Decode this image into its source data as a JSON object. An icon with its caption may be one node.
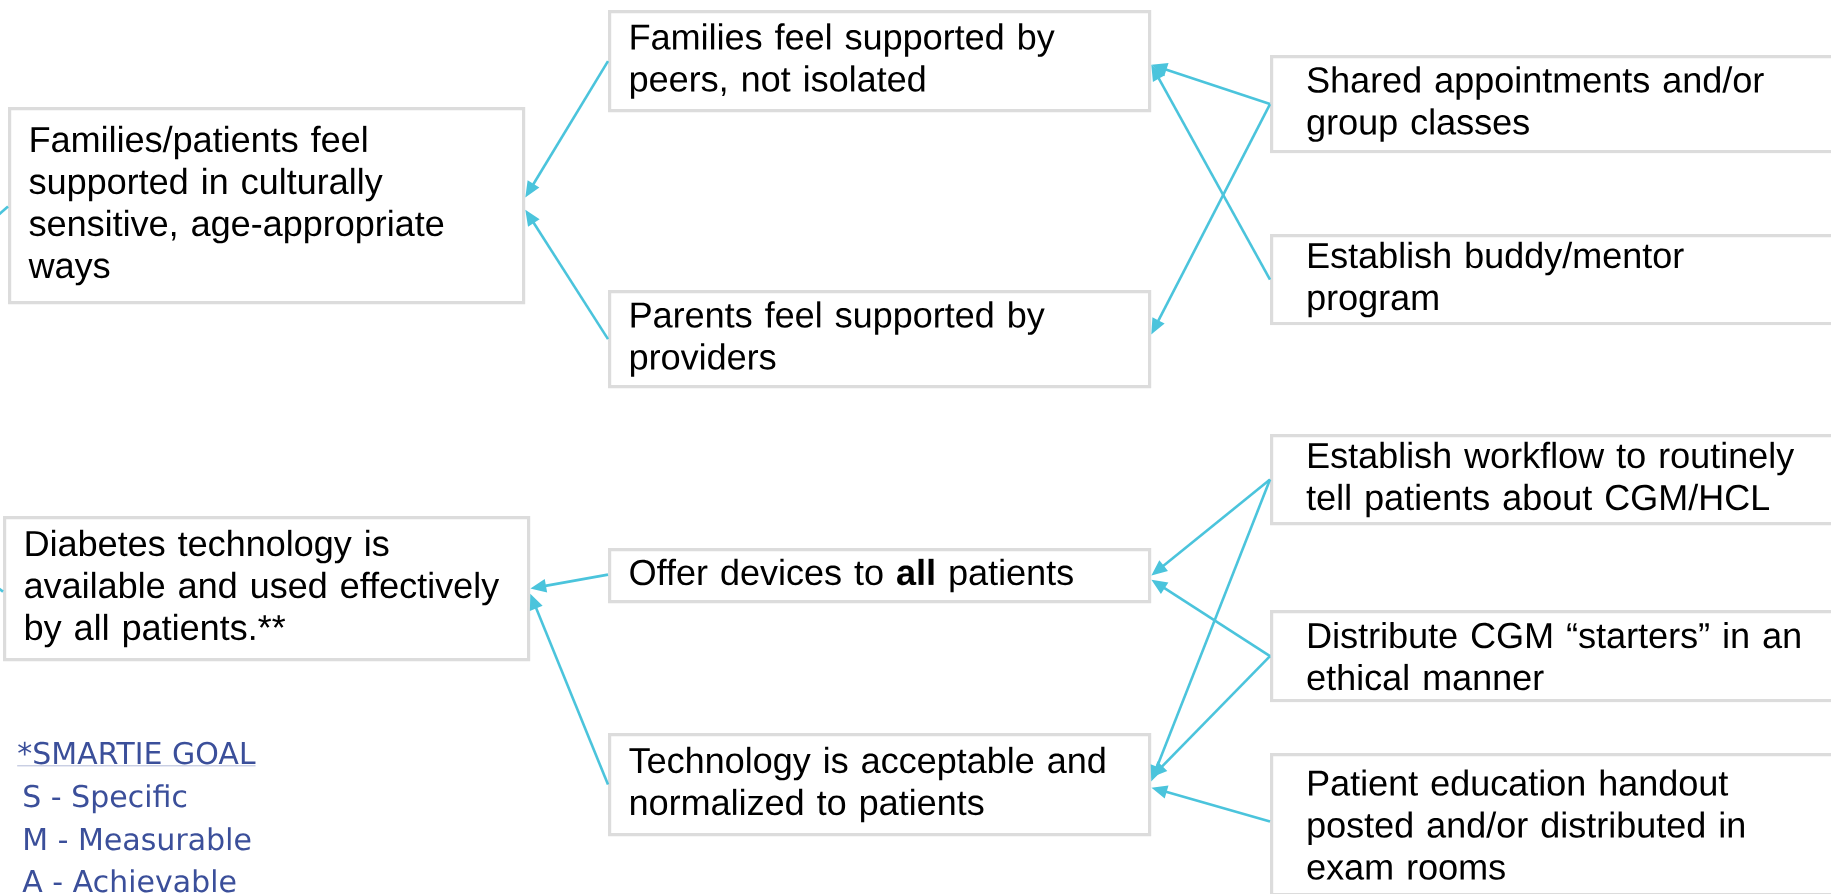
{
  "diagram": {
    "nodes": [
      {
        "text": [
          "Families/patients feel supported in culturally sensitive, age-appropriate ways"
        ]
      },
      {
        "text": [
          "Families feel supported by peers, not isolated"
        ]
      },
      {
        "text": [
          "Parents feel supported by providers"
        ]
      },
      {
        "text": [
          "Shared appointments and/or group classes"
        ]
      },
      {
        "text": [
          "Establish buddy/mentor program"
        ]
      },
      {
        "text": [
          "Diabetes technology is available and used effectively by all patients.**"
        ]
      },
      {
        "text": [
          "Offer devices to **all** patients"
        ]
      },
      {
        "text": [
          "Technology is acceptable and normalized to patients"
        ]
      },
      {
        "text": [
          "Establish workflow to routinely tell patients about CGM/HCL"
        ]
      },
      {
        "text": [
          "Distribute CGM “starters” in an ethical manner"
        ]
      },
      {
        "text": [
          "Patient education handout posted and/or distributed in exam rooms"
        ]
      }
    ],
    "edges": [
      {
        "from": 0,
        "to": null,
        "arrow": "none"
      },
      {
        "from": 1,
        "to": 0,
        "arrow": "to"
      },
      {
        "from": 2,
        "to": 0,
        "arrow": "to"
      },
      {
        "from": 3,
        "to": 1,
        "arrow": "to"
      },
      {
        "from": 3,
        "to": 2,
        "arrow": "to"
      },
      {
        "from": 4,
        "to": 1,
        "arrow": "to"
      },
      {
        "from": 5,
        "to": null,
        "arrow": "none"
      },
      {
        "from": 6,
        "to": 5,
        "arrow": "to"
      },
      {
        "from": 7,
        "to": 5,
        "arrow": "to"
      },
      {
        "from": 8,
        "to": 6,
        "arrow": "to"
      },
      {
        "from": 8,
        "to": 7,
        "arrow": "to"
      },
      {
        "from": 9,
        "to": 6,
        "arrow": "to"
      },
      {
        "from": 9,
        "to": 7,
        "arrow": "to"
      },
      {
        "from": 10,
        "to": 7,
        "arrow": "to"
      }
    ],
    "labels": [
      "*SMARTIE GOAL",
      "S - Specific",
      "M - Measurable",
      "A - Achievable"
    ]
  }
}
